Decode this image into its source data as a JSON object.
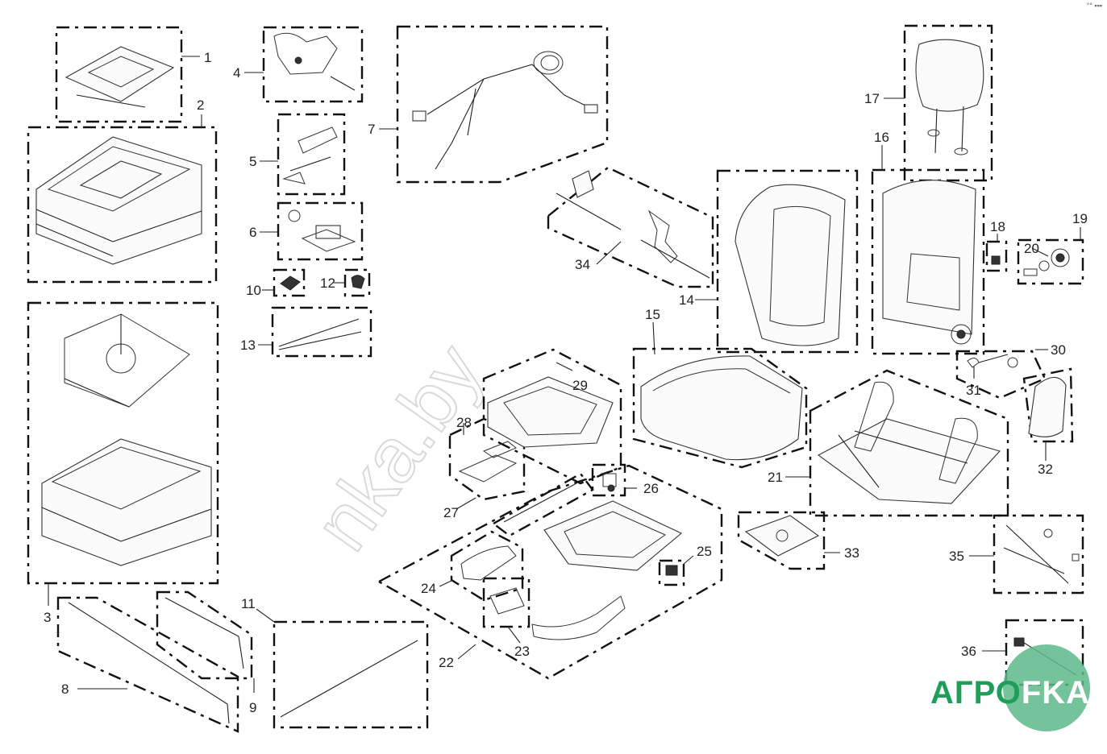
{
  "diagram": {
    "callouts": [
      "1",
      "2",
      "3",
      "4",
      "5",
      "6",
      "7",
      "8",
      "9",
      "10",
      "11",
      "12",
      "13",
      "14",
      "15",
      "16",
      "17",
      "18",
      "19",
      "20",
      "21",
      "22",
      "23",
      "24",
      "25",
      "26",
      "27",
      "28",
      "29",
      "30",
      "31",
      "32",
      "33",
      "34",
      "35",
      "36"
    ],
    "watermark": "nka.by",
    "brand": {
      "left": "АГРО",
      "right": "FKA"
    },
    "corner_mark": "°° ▪▪▪"
  }
}
